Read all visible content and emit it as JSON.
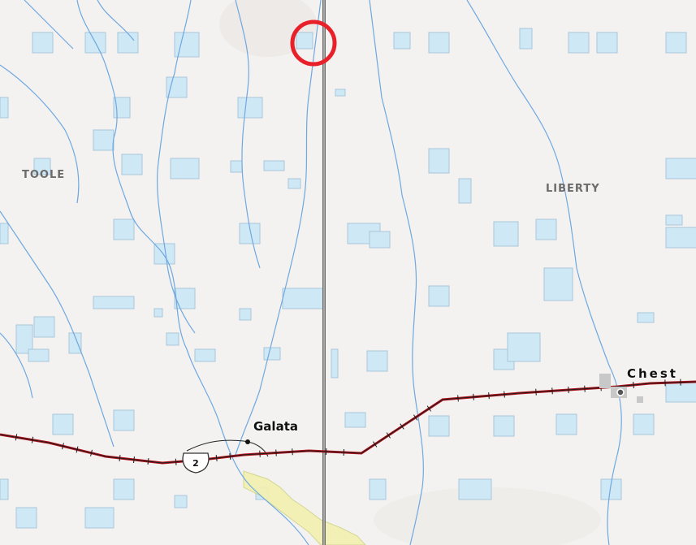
{
  "map": {
    "labels": {
      "county_west": "TOOLE",
      "county_east": "LIBERTY",
      "town_1": "Galata",
      "town_2": "Chest"
    },
    "route_shield": "2",
    "colors": {
      "background": "#f3f2f0",
      "parcel_fill": "#cfe8f6",
      "parcel_stroke": "#a9c7da",
      "water": "#6fa8e0",
      "highway": "#b0121b",
      "county_line": "#6a6a6a",
      "marker_circle": "#e8202a",
      "wetland": "#f3f0b0"
    },
    "icons": {
      "highlight_marker": "red-ring-icon",
      "town_marker": "dot-icon",
      "route": "us-highway-shield-icon"
    }
  }
}
